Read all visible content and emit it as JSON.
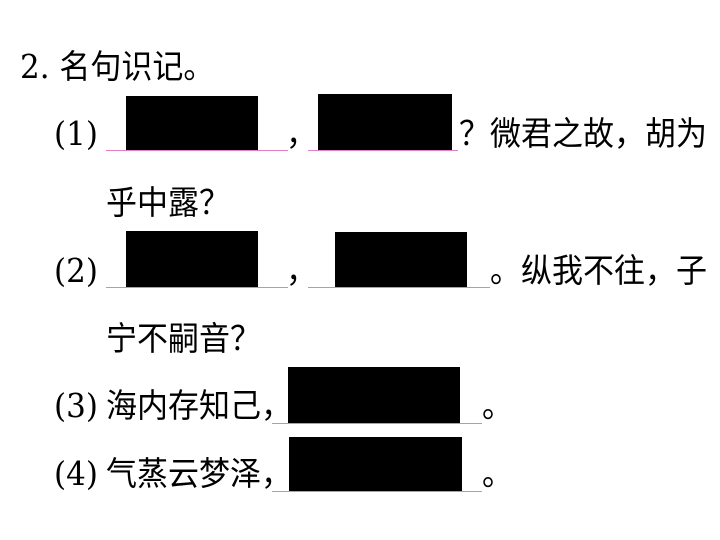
{
  "title": "2. 名句识记。",
  "items": [
    {
      "num": "(1)",
      "sep": "，",
      "after": "？微君之故，胡为",
      "cont": "乎中露？"
    },
    {
      "num": "(2)",
      "sep": "，",
      "after": "。纵我不往，子",
      "cont": "宁不嗣音？"
    },
    {
      "num": "(3)",
      "lead": "海内存知己，",
      "end": "。"
    },
    {
      "num": "(4)",
      "lead": "气蒸云梦泽，",
      "end": "。"
    }
  ],
  "colors": {
    "blank_underline": "#e37fc8",
    "redaction": "#000000"
  }
}
